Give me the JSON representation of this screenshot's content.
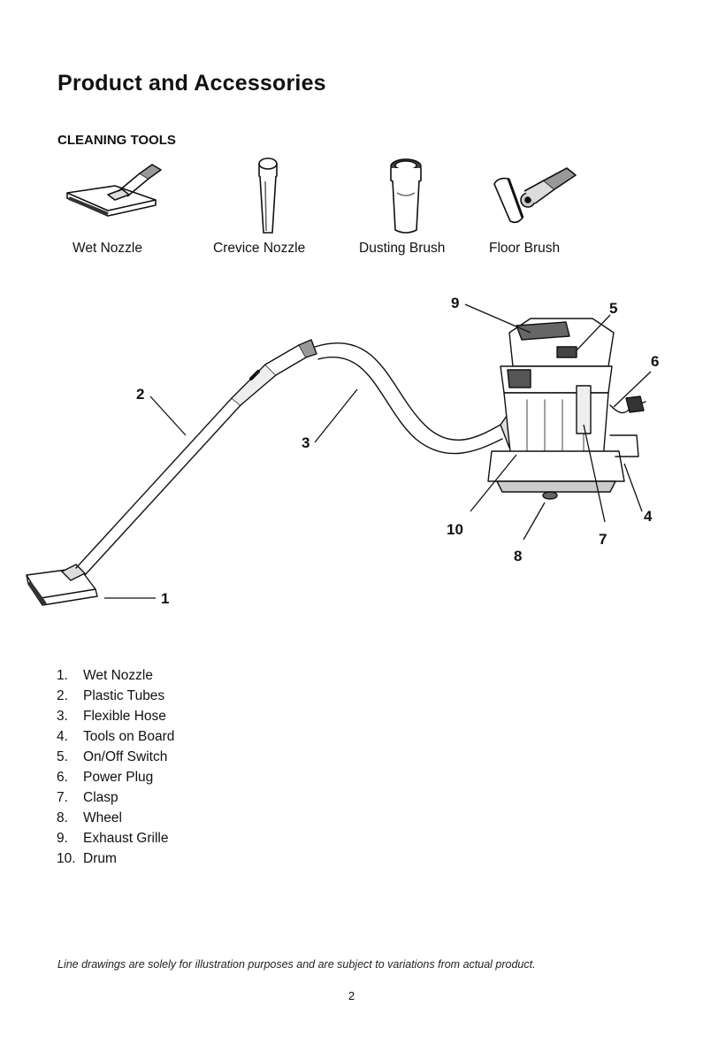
{
  "page": {
    "title": "Product and Accessories",
    "section_heading": "CLEANING TOOLS",
    "disclaimer": "Line drawings are solely for illustration purposes and are subject to variations from actual product.",
    "page_number": "2"
  },
  "tools": [
    {
      "label": "Wet Nozzle",
      "icon": "wet-nozzle-icon"
    },
    {
      "label": "Crevice Nozzle",
      "icon": "crevice-nozzle-icon"
    },
    {
      "label": "Dusting Brush",
      "icon": "dusting-brush-icon"
    },
    {
      "label": "Floor Brush",
      "icon": "floor-brush-icon"
    }
  ],
  "callouts": [
    "1",
    "2",
    "3",
    "4",
    "5",
    "6",
    "7",
    "8",
    "9",
    "10"
  ],
  "parts": [
    {
      "num": "1.",
      "name": "Wet Nozzle"
    },
    {
      "num": "2.",
      "name": "Plastic Tubes"
    },
    {
      "num": "3.",
      "name": "Flexible Hose"
    },
    {
      "num": "4.",
      "name": "Tools on Board"
    },
    {
      "num": "5.",
      "name": "On/Off Switch"
    },
    {
      "num": "6.",
      "name": "Power Plug"
    },
    {
      "num": "7.",
      "name": "Clasp"
    },
    {
      "num": "8.",
      "name": "Wheel"
    },
    {
      "num": "9.",
      "name": "Exhaust Grille"
    },
    {
      "num": "10.",
      "name": "Drum"
    }
  ]
}
